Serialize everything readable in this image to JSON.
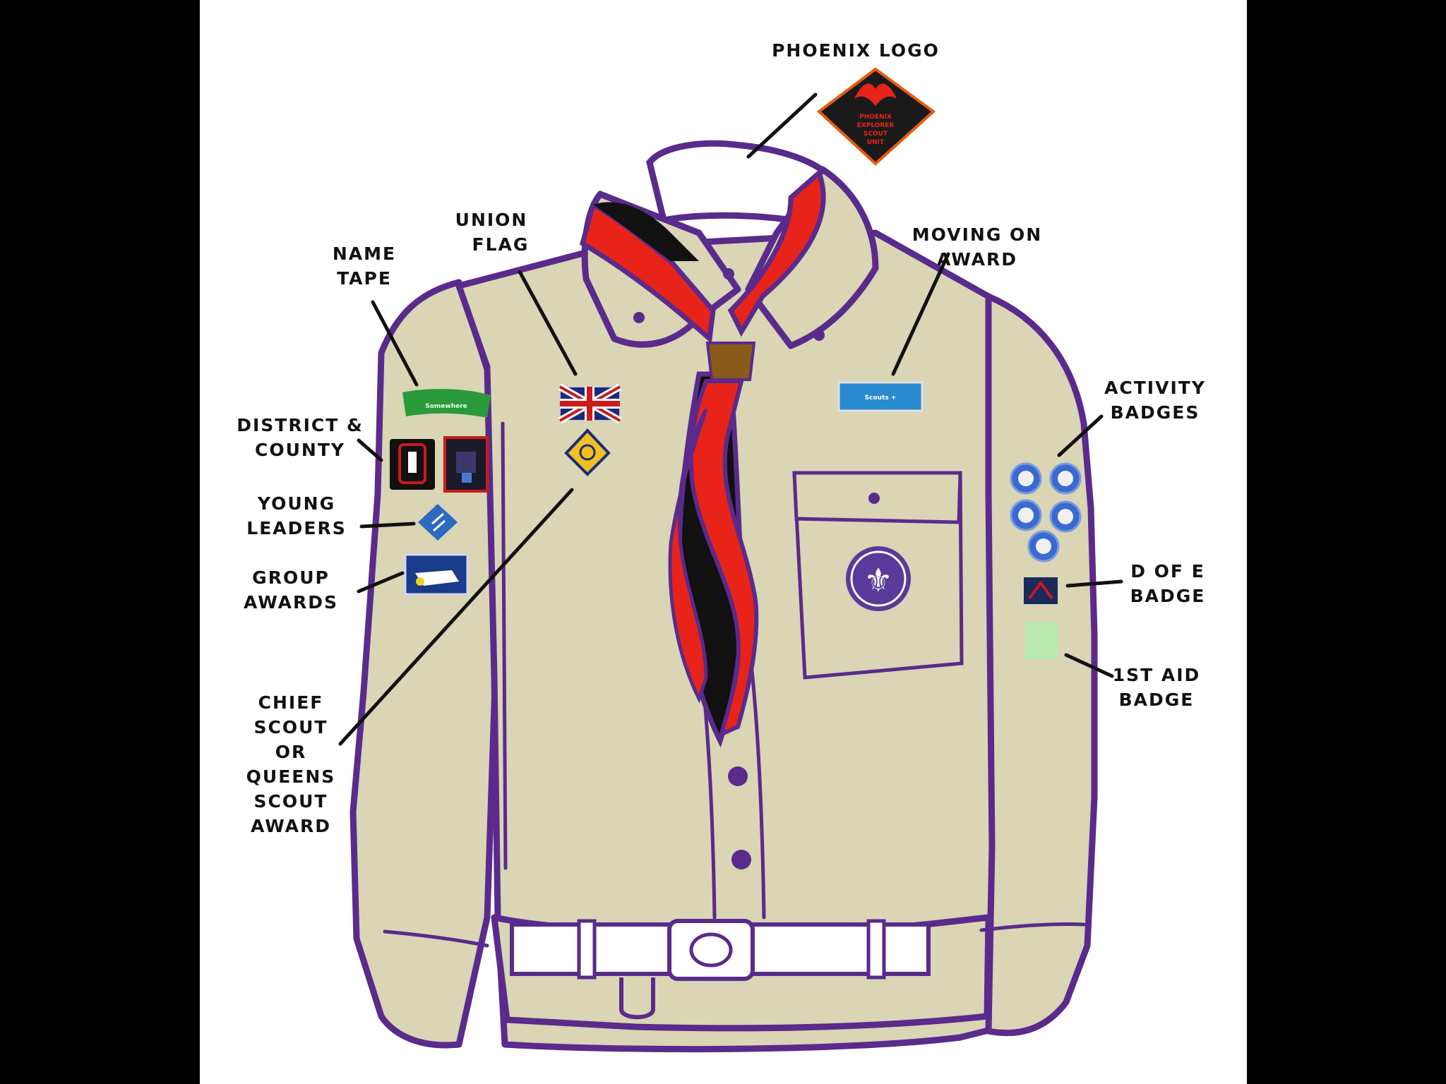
{
  "colors": {
    "background": "#000000",
    "panel": "#ffffff",
    "shirt": "#d9d5b5",
    "outline": "#5a2a8c",
    "necker_red": "#e8231a",
    "necker_black": "#111111",
    "woggle": "#8a5a1a",
    "label_text": "#111111"
  },
  "labels": {
    "phoenix_logo": [
      "PHOENIX  LOGO"
    ],
    "union_flag": [
      "UNION",
      "FLAG"
    ],
    "name_tape": [
      "NAME",
      "TAPE"
    ],
    "moving_on_award": [
      "MOVING ON",
      "AWARD"
    ],
    "activity_badges": [
      "ACTIVITY",
      "BADGES"
    ],
    "district_county": [
      "DISTRICT &",
      "COUNTY"
    ],
    "young_leaders": [
      "YOUNG",
      "LEADERS"
    ],
    "group_awards": [
      "GROUP",
      "AWARDS"
    ],
    "d_of_e_badge": [
      "D OF E",
      "BADGE"
    ],
    "first_aid_badge": [
      "1ST AID",
      "BADGE"
    ],
    "chief_scout": [
      "CHIEF",
      "SCOUT",
      "OR",
      "QUEENS",
      "SCOUT",
      "AWARD"
    ]
  },
  "badges": {
    "name_tape": {
      "icon": "name-tape-badge",
      "text": "Somewhere"
    },
    "phoenix_logo": {
      "icon": "phoenix-logo-badge",
      "text": [
        "PHOENIX",
        "EXPLORER",
        "SCOUT",
        "UNIT"
      ]
    },
    "union_flag": {
      "icon": "union-flag-badge"
    },
    "moving_on": {
      "icon": "moving-on-badge",
      "text": "Scouts +"
    },
    "activity": {
      "icon": "activity-badge",
      "count": 5
    },
    "scout_emblem": {
      "icon": "fleur-de-lis-emblem"
    }
  }
}
